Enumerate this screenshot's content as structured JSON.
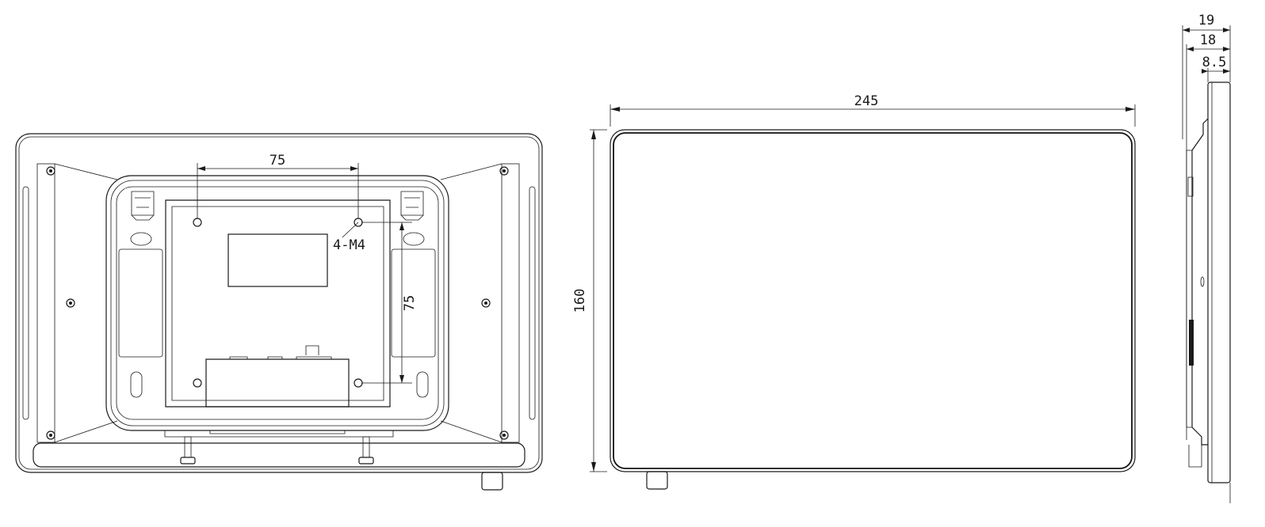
{
  "rear_view": {
    "dimensions": {
      "vesa_horizontal": "75",
      "vesa_vertical": "75",
      "screw_callout": "4-M4"
    }
  },
  "front_view": {
    "dimensions": {
      "width": "245",
      "height": "160"
    }
  },
  "side_view": {
    "dimensions": {
      "total_depth": "19",
      "body_depth": "18",
      "bezel_depth": "8.5"
    }
  }
}
